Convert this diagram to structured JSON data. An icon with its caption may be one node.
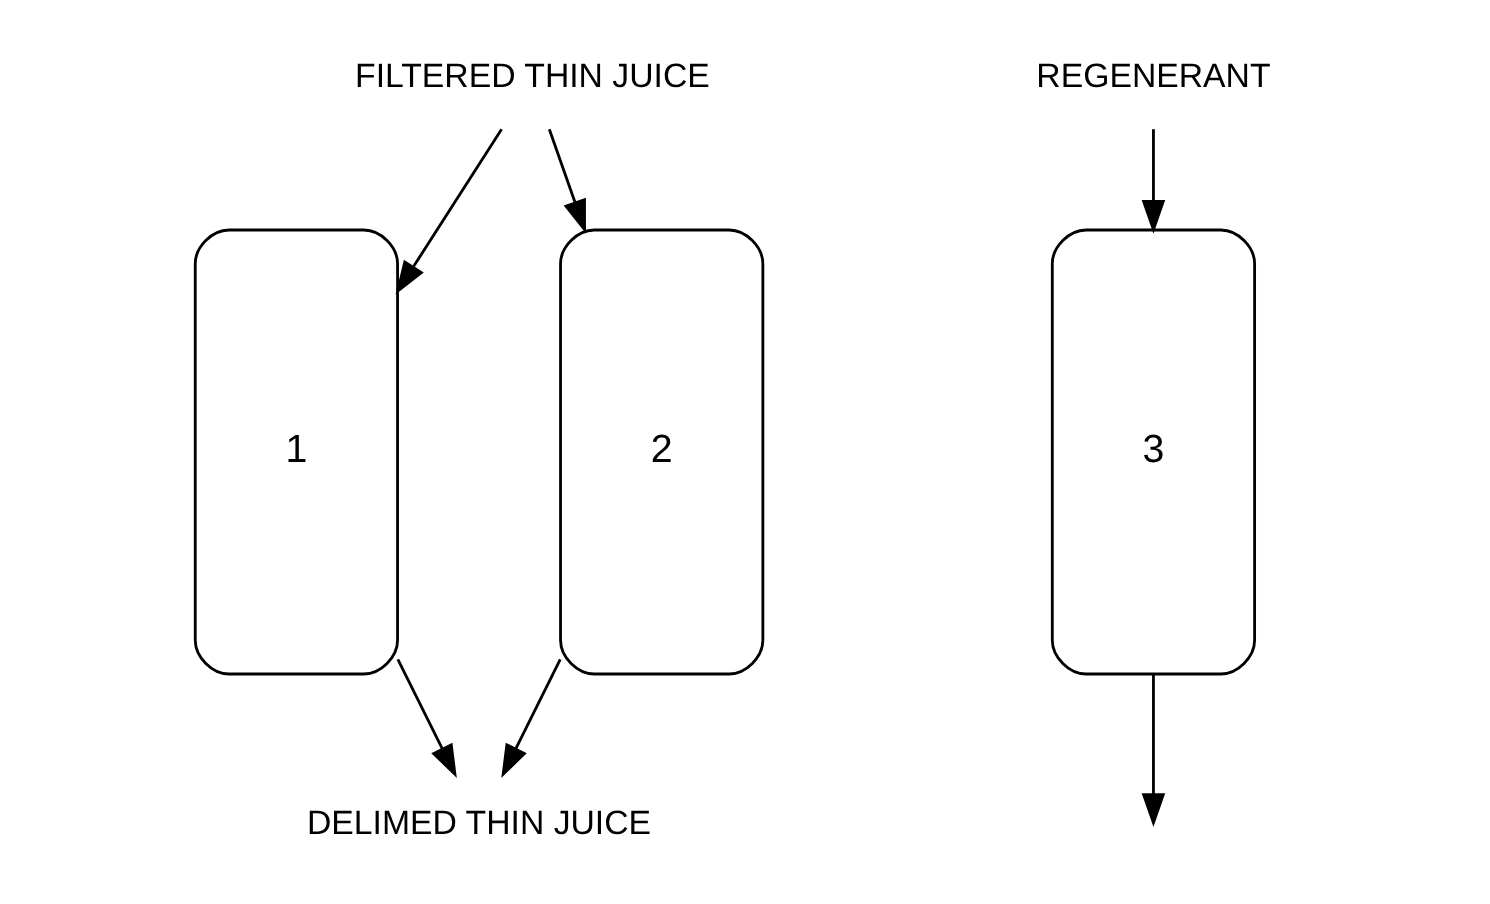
{
  "diagram": {
    "nodes": [
      {
        "text": [
          "FILTERED THIN JUICE"
        ]
      },
      {
        "text": [
          "1"
        ]
      },
      {
        "text": [
          "2"
        ]
      },
      {
        "text": [
          "3"
        ]
      },
      {
        "text": [
          "REGENERANT"
        ]
      },
      {
        "text": [
          "DELIMED THIN JUICE"
        ]
      }
    ],
    "edges": [
      {
        "from": 0,
        "to": 1,
        "arrow": "to"
      },
      {
        "from": 0,
        "to": 2,
        "arrow": "to"
      },
      {
        "from": 4,
        "to": 3,
        "arrow": "to"
      },
      {
        "from": 1,
        "to": 5,
        "arrow": "to"
      },
      {
        "from": 2,
        "to": 5,
        "arrow": "to"
      },
      {
        "from": 3,
        "to": null,
        "arrow": "to"
      }
    ]
  }
}
